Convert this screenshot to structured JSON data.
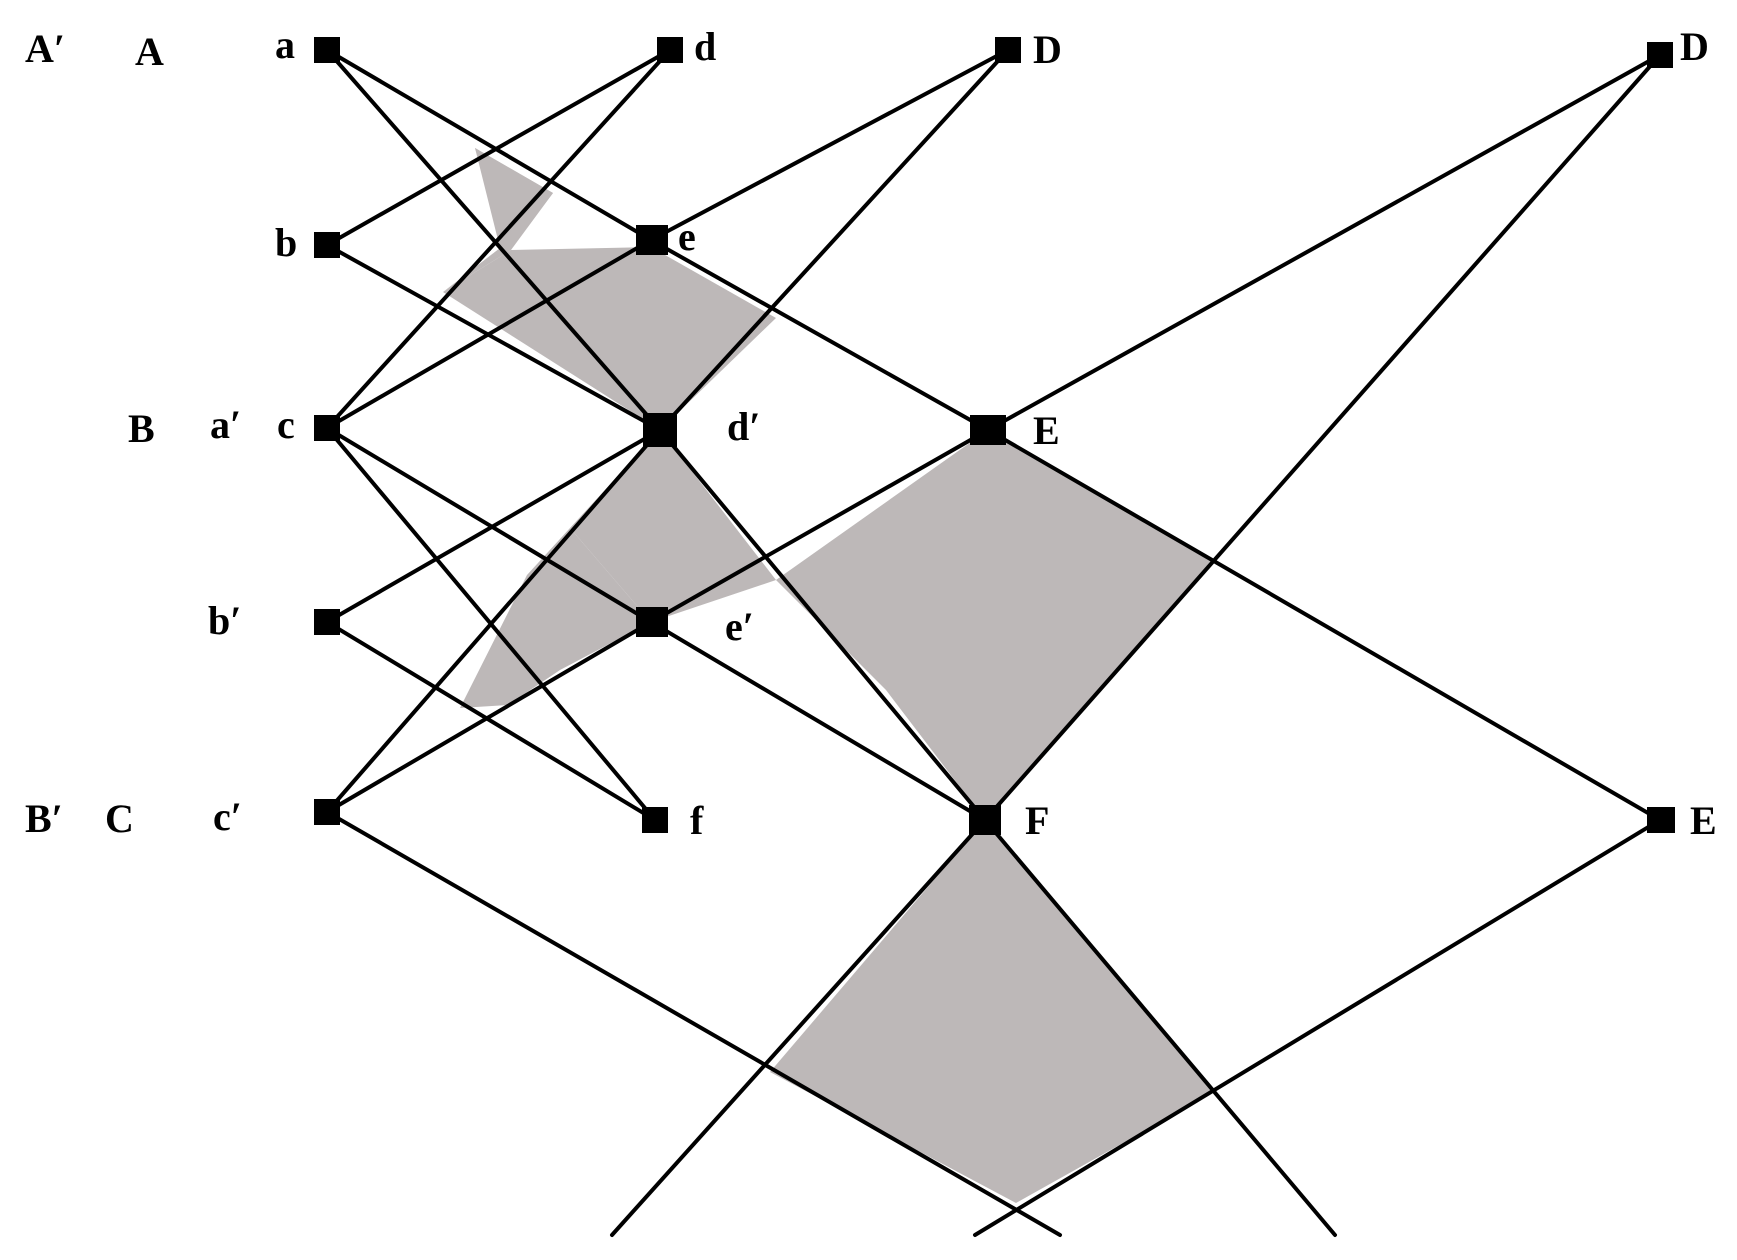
{
  "diagram": {
    "colors": {
      "shade": "#bdb8b8",
      "line": "#000000",
      "background": "#ffffff"
    },
    "row_labels": {
      "a_prime_top": "A′",
      "A": "A",
      "B": "B",
      "B_prime": "B′",
      "C": "C"
    },
    "node_labels": {
      "a": "a",
      "b": "b",
      "c": "c",
      "d": "d",
      "e": "e",
      "f": "f",
      "D1": "D",
      "D2": "D",
      "a_prime": "a′",
      "b_prime": "b′",
      "c_prime": "c′",
      "d_prime": "d′",
      "e_prime": "e′",
      "E1": "E",
      "E2": "E",
      "F": "F"
    }
  }
}
